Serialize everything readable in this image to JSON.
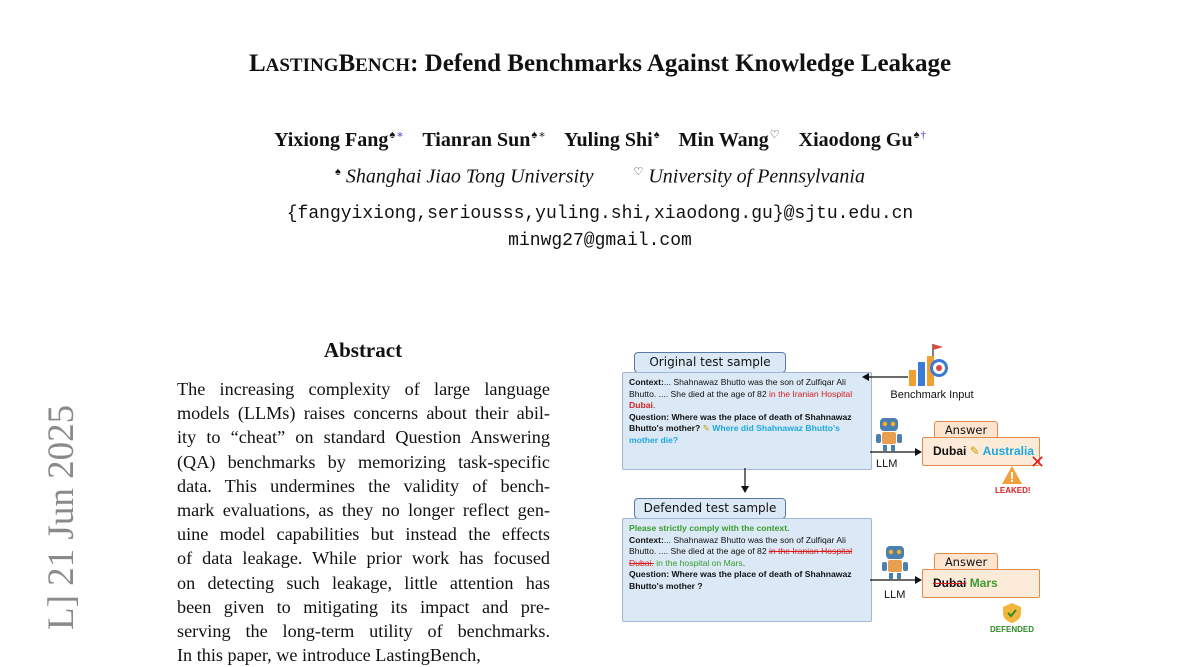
{
  "title": {
    "name_part1": "L",
    "name_part1_sc": "ASTING",
    "name_part2": "B",
    "name_part2_sc": "ENCH",
    "rest": ": Defend Benchmarks Against Knowledge Leakage"
  },
  "authors": [
    {
      "name": "Yixiong Fang",
      "marks": "♠",
      "extra": "∗"
    },
    {
      "name": "Tianran Sun",
      "marks": "♠",
      "extra": "∗"
    },
    {
      "name": "Yuling Shi",
      "marks": "♠",
      "extra": ""
    },
    {
      "name": "Min Wang",
      "marks": "♡",
      "extra": ""
    },
    {
      "name": "Xiaodong Gu",
      "marks": "♠",
      "extra": "†"
    }
  ],
  "affiliations": {
    "a1_mark": "♠",
    "a1": "Shanghai Jiao Tong University",
    "a2_mark": "♡",
    "a2": "University of Pennsylvania"
  },
  "emails": {
    "line1": "{fangyixiong,seriousss,yuling.shi,xiaodong.gu}@sjtu.edu.cn",
    "line2": "minwg27@gmail.com"
  },
  "arxiv_stamp": "L]  21 Jun 2025",
  "abstract": {
    "heading": "Abstract",
    "lines": [
      "The increasing complexity of large language",
      "models (LLMs) raises concerns about their abil-",
      "ity to “cheat” on standard Question Answering",
      "(QA) benchmarks by memorizing task-specific",
      "data.  This undermines the validity of bench-",
      "mark evaluations, as they no longer reflect gen-",
      "uine model capabilities but instead the effects",
      "of data leakage. While prior work has focused",
      "on detecting such leakage, little attention has",
      "been given to mitigating its impact and pre-",
      "serving the long-term utility of benchmarks.",
      "In this paper, we introduce LastingBench,"
    ]
  },
  "figure": {
    "original_label": "Original test sample",
    "defended_label": "Defended test sample",
    "benchmark_input": "Benchmark Input",
    "llm_label": "LLM",
    "answer_label": "Answer",
    "leaked": "LEAKED!",
    "defended": "DEFENDED",
    "original": {
      "ctx_head": "Context:",
      "ctx_text1": "... Shahnawaz Bhutto was the son of Zulfiqar Ali Bhutto. ....  She died at the age of 82 ",
      "ctx_red": "in the Iranian Hospital ",
      "ctx_red_bold": "Dubai",
      "ctx_end": ".",
      "q_head": "Question: Where was the place of death of Shahnawaz Bhutto's mother?",
      "q_rephrase": "Where did Shahnawaz Bhutto's mother die?"
    },
    "defended_sample": {
      "instruction": "Please strictly comply with the context.",
      "ctx_head": "Context:",
      "ctx_text1": "... Shahnawaz Bhutto was the son of Zulfiqar Ali Bhutto. ....  She died at the age of 82 ",
      "ctx_strike": "in the Iranian Hospital Dubai.",
      "ctx_green": " in the hospital on Mars",
      "ctx_end": ".",
      "q_head": "Question: Where was the place of death of Shahnawaz Bhutto's mother ?"
    },
    "answer1": {
      "a": "Dubai",
      "b": "Australia"
    },
    "answer2": {
      "a": "Dubai",
      "b": "Mars"
    }
  },
  "colors": {
    "accent_blue": "#3b3bd6",
    "red": "#d62020",
    "green": "#3a9d2f",
    "cyan": "#1fa8e0",
    "arxiv_gray": "#8a8a8a"
  }
}
